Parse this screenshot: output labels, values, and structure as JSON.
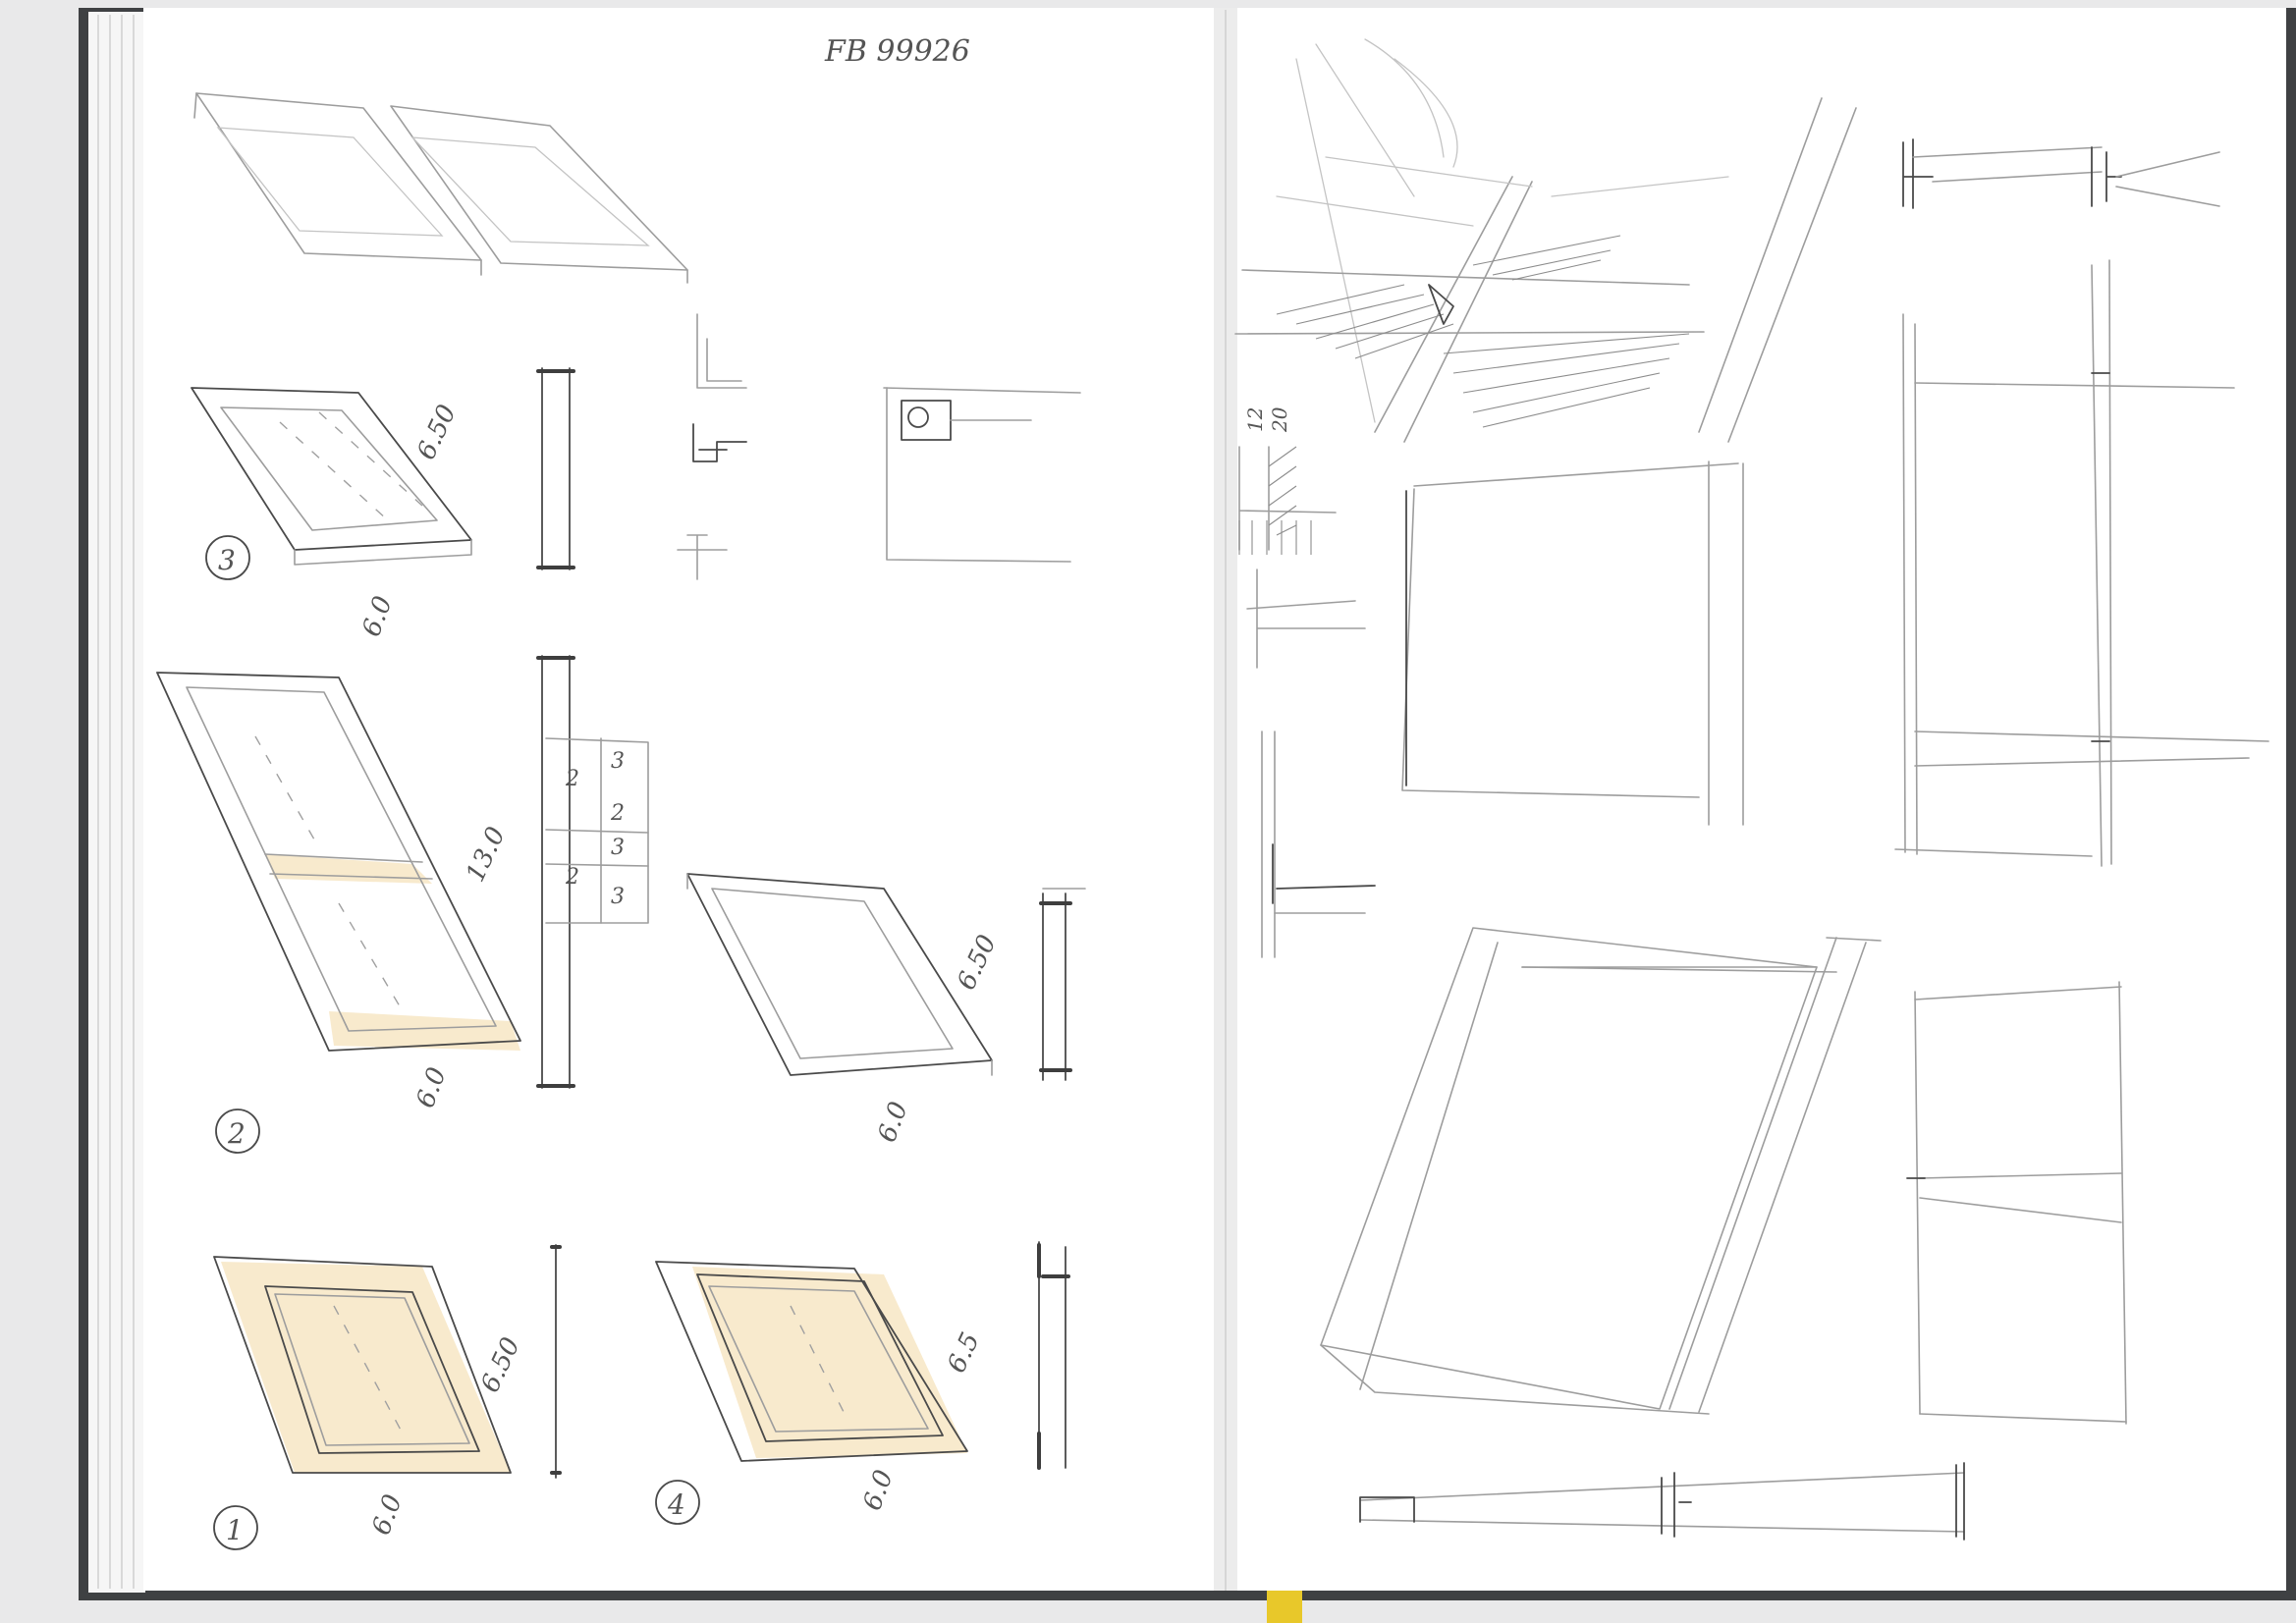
{
  "page_ref": "FB 99926",
  "sketches": [
    {
      "marker": "3",
      "dimension_1": "6.50",
      "dimension_2": "6.0"
    },
    {
      "marker": "2",
      "dimension_1": "13.0",
      "dimension_2": "6.0"
    },
    {
      "dimension_1": "6.50",
      "dimension_2": "6.0"
    },
    {
      "marker": "1",
      "dimension_1": "6.50",
      "dimension_2": "6.0"
    },
    {
      "marker": "4",
      "dimension_1": "6.5",
      "dimension_2": "6.0"
    }
  ],
  "section_labels": [
    "2",
    "2",
    "2",
    "3",
    "3",
    "3"
  ],
  "right_page_labels": [
    "12",
    "20"
  ],
  "colors": {
    "paper": "#ffffff",
    "background": "#e9e9ea",
    "cover": "#3f4143",
    "ribbon": "#e8c82a",
    "wash": "#f3d9a4"
  }
}
